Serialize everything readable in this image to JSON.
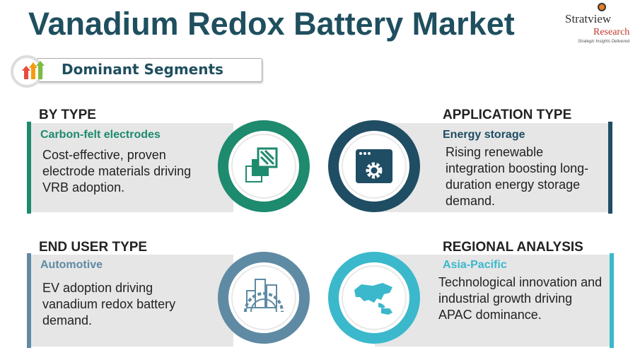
{
  "header": {
    "title": "Vanadium Redox Battery Market",
    "logo": {
      "name": "Stratview",
      "sub": "Research",
      "tagline": "Strategic Insights Delivered"
    }
  },
  "segments_label": "Dominant Segments",
  "colors": {
    "title": "#1f4f5f",
    "green": "#1e8a6e",
    "navy": "#1f4d63",
    "steel": "#5f8aa3",
    "cyan": "#3bb8cc"
  },
  "cards": [
    {
      "heading": "BY TYPE",
      "segment": "Carbon-felt electrodes",
      "description": "Cost-effective, proven electrode materials driving VRB adoption.",
      "icon": "layers-icon"
    },
    {
      "heading": "APPLICATION TYPE",
      "segment": "Energy storage",
      "description": "Rising renewable integration boosting long-duration energy storage demand.",
      "icon": "window-gear-icon"
    },
    {
      "heading": "END USER TYPE",
      "segment": "Automotive",
      "description": "EV adoption driving vanadium redox battery demand.",
      "icon": "industry-gear-icon"
    },
    {
      "heading": "REGIONAL ANALYSIS",
      "segment": "Asia-Pacific",
      "description": "Technological innovation and industrial growth driving APAC dominance.",
      "icon": "asia-map-icon"
    }
  ]
}
